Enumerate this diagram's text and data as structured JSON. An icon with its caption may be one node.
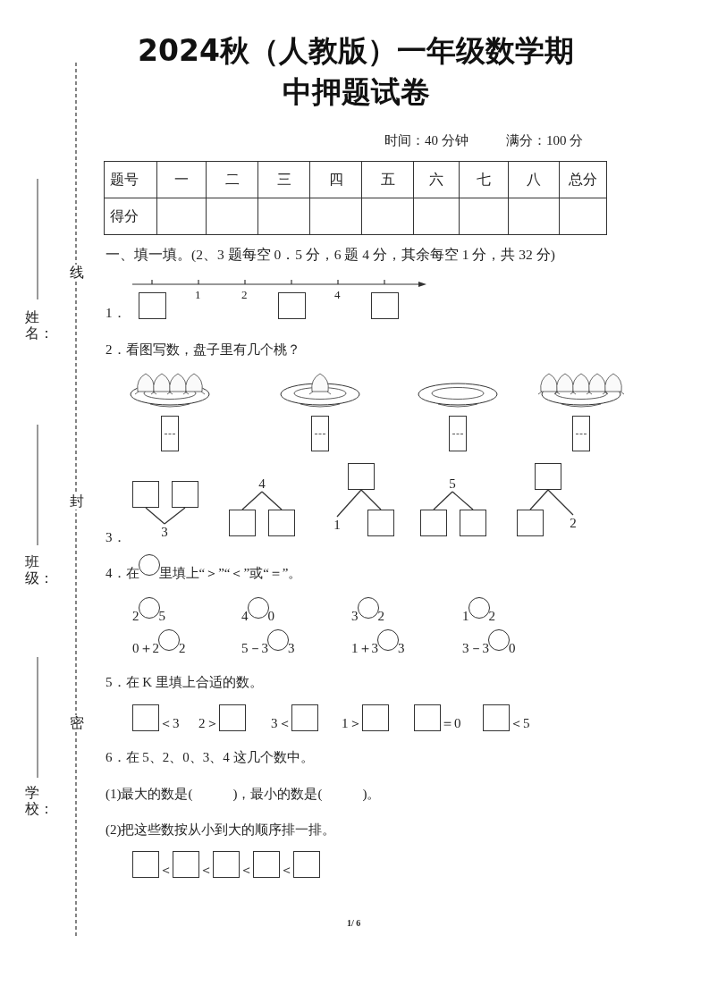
{
  "diagram": {
    "title": "2024秋（人教版）一年级数学期中押题试卷",
    "nodes": [
      {
        "text": [],
        "shape": "box"
      },
      {
        "text": [],
        "shape": "box"
      },
      {
        "text": [
          "3"
        ]
      },
      {
        "text": [
          "4"
        ]
      },
      {
        "text": [],
        "shape": "box"
      },
      {
        "text": [],
        "shape": "box"
      },
      {
        "text": [],
        "shape": "box"
      },
      {
        "text": [
          "1"
        ]
      },
      {
        "text": [],
        "shape": "box"
      },
      {
        "text": [
          "5"
        ]
      },
      {
        "text": [],
        "shape": "box"
      },
      {
        "text": [],
        "shape": "box"
      },
      {
        "text": [],
        "shape": "box"
      },
      {
        "text": [],
        "shape": "box"
      },
      {
        "text": [
          "2"
        ]
      },
      {
        "text": [],
        "shape": "box"
      },
      {
        "text": [],
        "shape": "box"
      },
      {
        "text": [],
        "shape": "box"
      }
    ],
    "edges": [
      {
        "from": 0,
        "to": 2,
        "arrow": "none"
      },
      {
        "from": 1,
        "to": 2,
        "arrow": "none"
      },
      {
        "from": 3,
        "to": 4,
        "arrow": "none"
      },
      {
        "from": 3,
        "to": 5,
        "arrow": "none"
      },
      {
        "from": 6,
        "to": 7,
        "arrow": "none"
      },
      {
        "from": 6,
        "to": 8,
        "arrow": "none"
      },
      {
        "from": 9,
        "to": 10,
        "arrow": "none"
      },
      {
        "from": 9,
        "to": 11,
        "arrow": "none"
      },
      {
        "from": 12,
        "to": 13,
        "arrow": "none"
      },
      {
        "from": 12,
        "to": 14,
        "arrow": "none"
      }
    ],
    "labels": [
      "时间：40 分钟",
      "满分：100 分",
      "题号",
      "一",
      "二",
      "三",
      "四",
      "五",
      "六",
      "七",
      "八",
      "总分",
      "得分",
      "一、填一填。(2、3 题每空 0．5 分，6 题 4 分，其余每空 1 分，共 32 分)",
      "1．",
      "1",
      "2",
      "4",
      "2．看图写数，盘子里有几个桃？",
      "3．",
      "4．在",
      "里填上“＞”“＜”或“＝”。",
      "2",
      "5",
      "4",
      "0",
      "3",
      "2",
      "1",
      "2",
      "0＋2",
      "2",
      "5－3",
      "3",
      "1＋3",
      "3",
      "3－3",
      "0",
      "5．在 K 里填上合适的数。",
      "＜3",
      "2＞",
      "3＜",
      "1＞",
      "＝0",
      "＜5",
      "6．在 5、2、0、3、4 这几个数中。",
      "(1)最大的数是(　　　)，最小的数是(　　　)。",
      "(2)把这些数按从小到大的顺序排一排。",
      "＜",
      "＜",
      "＜",
      "＜",
      "1/ 6",
      "姓名：",
      "线",
      "班级：",
      "封",
      "学校：",
      "密"
    ]
  }
}
